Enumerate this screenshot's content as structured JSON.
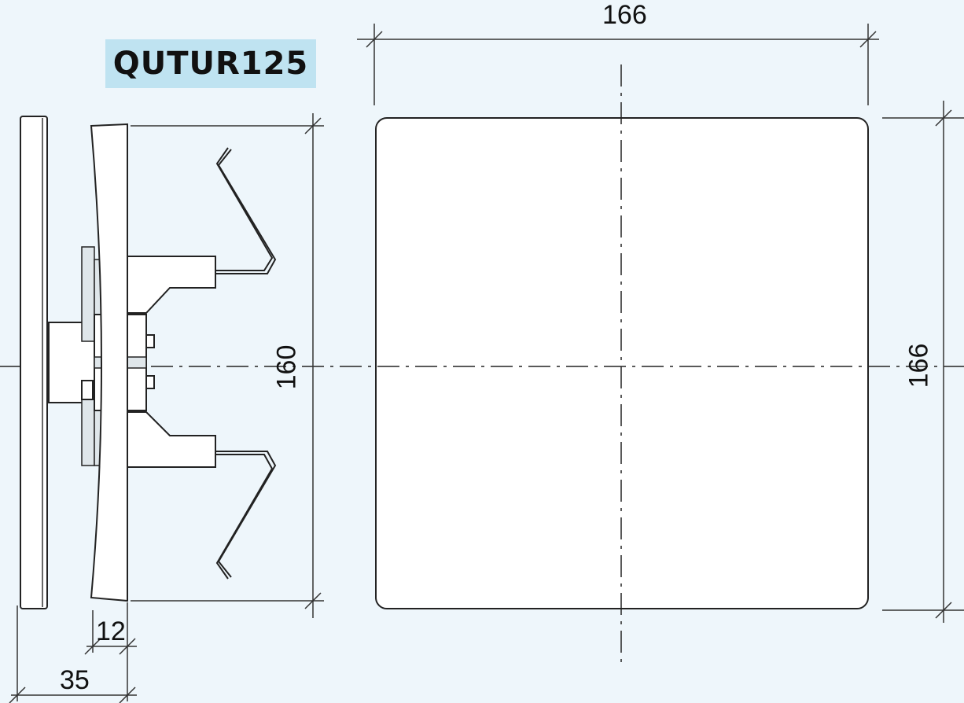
{
  "model": {
    "name": "QUTUR125"
  },
  "dimensions": {
    "front_width": "166",
    "front_height": "166",
    "side_height": "160",
    "side_depth_total": "35",
    "side_depth_front": "12"
  },
  "colors": {
    "background": "#eef6fb",
    "label_bg": "#bfe3f1",
    "line": "#222222",
    "panel": "#ffffff"
  }
}
